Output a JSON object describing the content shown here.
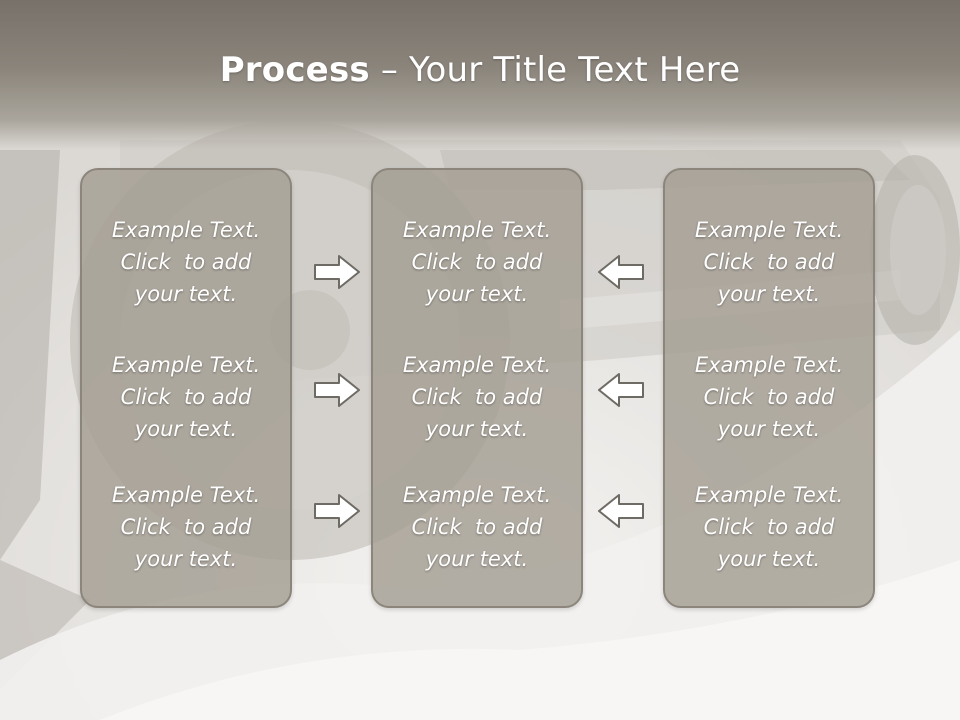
{
  "slide": {
    "title_bold": "Process",
    "title_rest": " – Your Title Text Here"
  },
  "boxes": [
    {
      "items": [
        {
          "line1": "Example Text.",
          "line2": "Click  to add",
          "line3": "your text."
        },
        {
          "line1": "Example Text.",
          "line2": "Click  to add",
          "line3": "your text."
        },
        {
          "line1": "Example Text.",
          "line2": "Click  to add",
          "line3": "your text."
        }
      ]
    },
    {
      "items": [
        {
          "line1": "Example Text.",
          "line2": "Click  to add",
          "line3": "your text."
        },
        {
          "line1": "Example Text.",
          "line2": "Click  to add",
          "line3": "your text."
        },
        {
          "line1": "Example Text.",
          "line2": "Click  to add",
          "line3": "your text."
        }
      ]
    },
    {
      "items": [
        {
          "line1": "Example Text.",
          "line2": "Click  to add",
          "line3": "your text."
        },
        {
          "line1": "Example Text.",
          "line2": "Click  to add",
          "line3": "your text."
        },
        {
          "line1": "Example Text.",
          "line2": "Click  to add",
          "line3": "your text."
        }
      ]
    }
  ],
  "arrows": {
    "left_column": [
      "right-arrow-icon",
      "right-arrow-icon",
      "right-arrow-icon"
    ],
    "right_column": [
      "left-arrow-icon",
      "left-arrow-icon",
      "left-arrow-icon"
    ]
  },
  "colors": {
    "title_band": "#7d776f",
    "box_fill": "#a49e93",
    "box_border": "#8b857b",
    "text": "#ffffff",
    "arrow_fill": "#ffffff",
    "arrow_stroke": "#6e6a64"
  }
}
